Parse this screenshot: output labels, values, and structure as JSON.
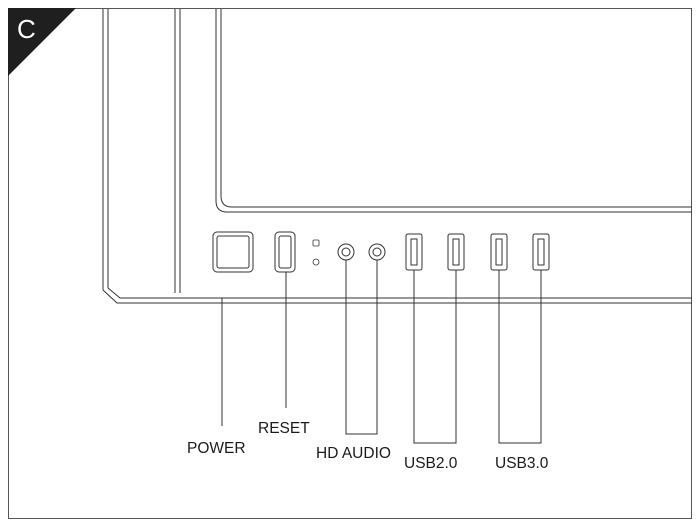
{
  "badge": {
    "letter": "C",
    "color": "#1f1f1f"
  },
  "labels": {
    "power": "POWER",
    "reset": "RESET",
    "hd_audio": "HD AUDIO",
    "usb2": "USB2.0",
    "usb3": "USB3.0"
  },
  "colors": {
    "line": "#333333",
    "background": "#ffffff"
  }
}
